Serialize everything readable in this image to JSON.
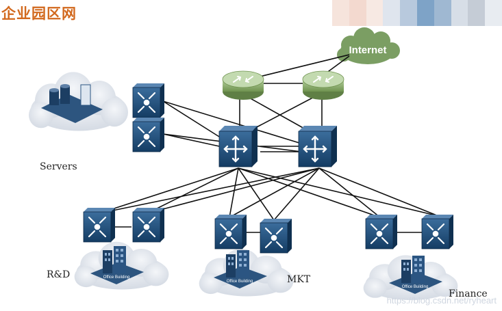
{
  "title": "企业园区网",
  "internet_label": "Internet",
  "areas": {
    "servers": "Servers",
    "rd": "R&D",
    "mkt": "MKT",
    "finance": "Finance"
  },
  "building_label": "Office Building",
  "watermark": "https://blog.csdn.net/ryheart",
  "colors": {
    "title": "#d2691e",
    "switch": "#1f4f7c",
    "router": "#8fb37a",
    "internet": "#7b9e63",
    "cloud": "#e4e8ee",
    "link": "#111111"
  },
  "icons": {
    "router": "router-icon",
    "core_switch": "core-switch-icon",
    "access_switch": "access-switch-icon",
    "server_rack": "server-rack-icon",
    "building": "office-building-icon",
    "cloud": "cloud-icon"
  }
}
